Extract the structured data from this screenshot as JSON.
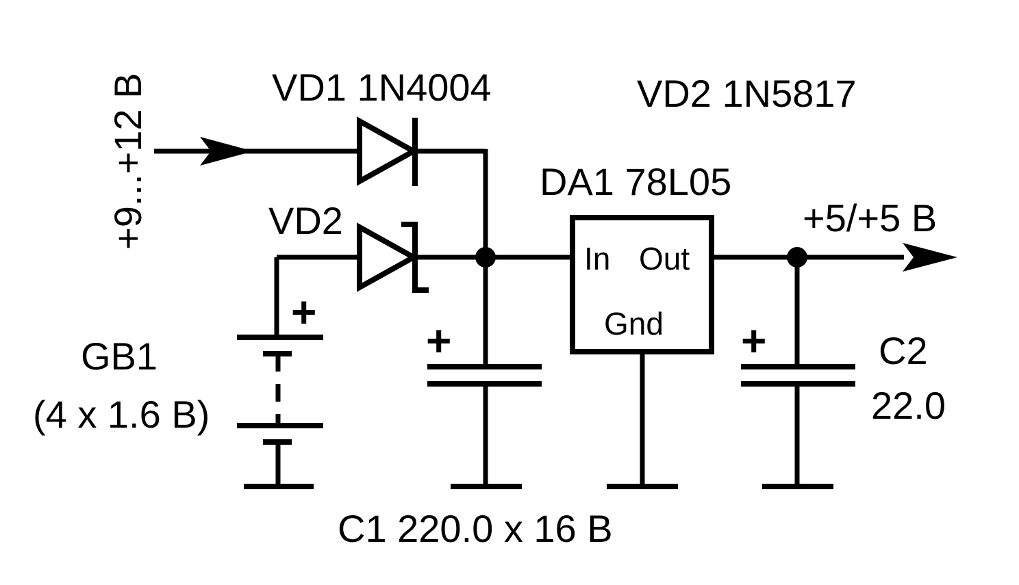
{
  "input_voltage": "+9...+12 В",
  "vd1_label": "VD1 1N4004",
  "vd2_spec": "VD2 1N5817",
  "vd2_label": "VD2",
  "da1_label": "DA1 78L05",
  "da1_pins": {
    "in": "In",
    "out": "Out",
    "gnd": "Gnd"
  },
  "output_voltage": "+5/+5 В",
  "gb1_label": "GB1",
  "gb1_value": "(4 x 1.6 В)",
  "c1_label": "C1  220.0 x 16 В",
  "c2_label": "C2",
  "c2_value": "22.0",
  "polarity_mark": "+"
}
